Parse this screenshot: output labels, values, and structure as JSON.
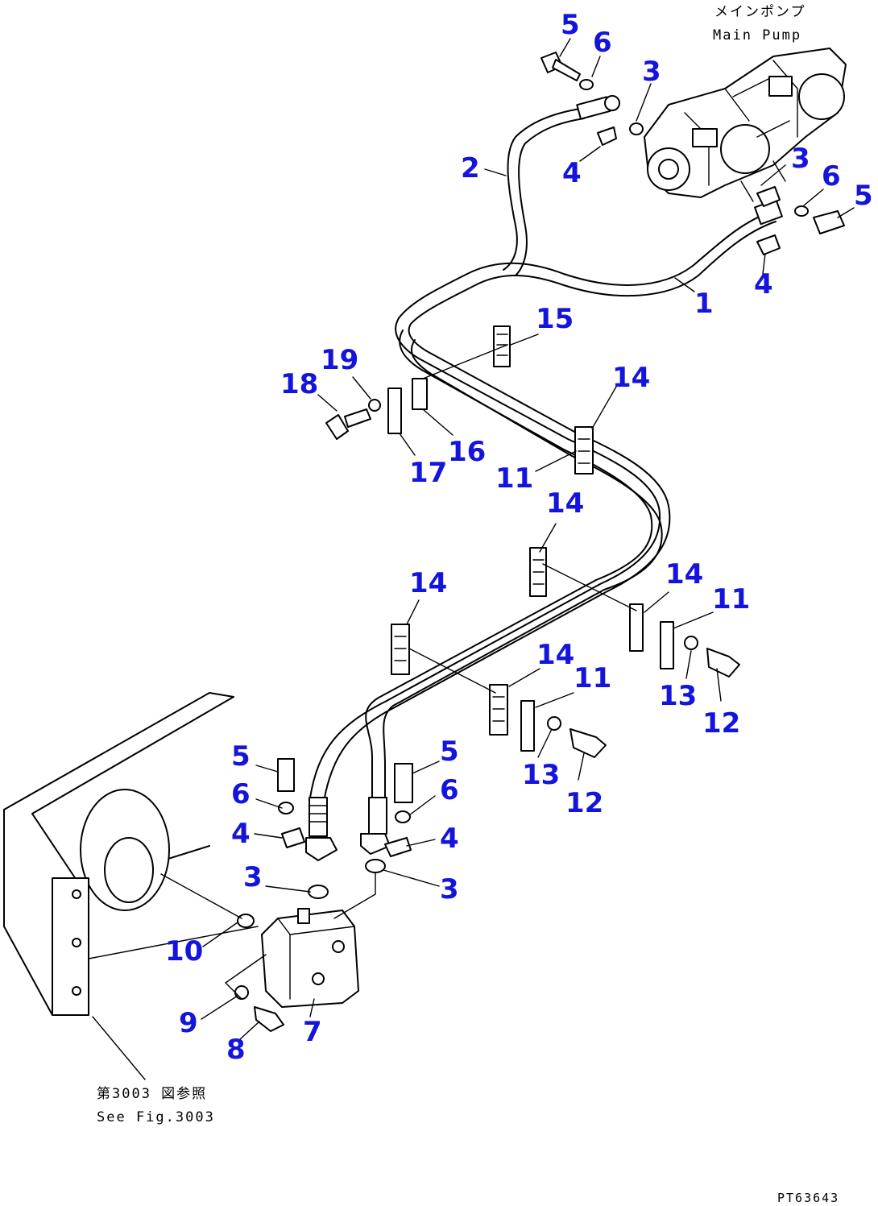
{
  "colors": {
    "callout": "#1414dc",
    "line": "#000000",
    "background": "#ffffff"
  },
  "labels": {
    "main_pump_jp": "メインポンプ",
    "main_pump_en": "Main Pump",
    "see_fig_jp": "第3003 図参照",
    "see_fig_en": "See Fig.3003",
    "drawing_code": "PT63643"
  },
  "callouts": [
    {
      "text": "5"
    },
    {
      "text": "6"
    },
    {
      "text": "3"
    },
    {
      "text": "2"
    },
    {
      "text": "4"
    },
    {
      "text": "3"
    },
    {
      "text": "6"
    },
    {
      "text": "5"
    },
    {
      "text": "4"
    },
    {
      "text": "1"
    },
    {
      "text": "15"
    },
    {
      "text": "19"
    },
    {
      "text": "18"
    },
    {
      "text": "16"
    },
    {
      "text": "17"
    },
    {
      "text": "14"
    },
    {
      "text": "11"
    },
    {
      "text": "14"
    },
    {
      "text": "14"
    },
    {
      "text": "14"
    },
    {
      "text": "11"
    },
    {
      "text": "13"
    },
    {
      "text": "12"
    },
    {
      "text": "14"
    },
    {
      "text": "11"
    },
    {
      "text": "13"
    },
    {
      "text": "12"
    },
    {
      "text": "5"
    },
    {
      "text": "6"
    },
    {
      "text": "4"
    },
    {
      "text": "5"
    },
    {
      "text": "6"
    },
    {
      "text": "4"
    },
    {
      "text": "3"
    },
    {
      "text": "3"
    },
    {
      "text": "10"
    },
    {
      "text": "9"
    },
    {
      "text": "8"
    },
    {
      "text": "7"
    }
  ]
}
